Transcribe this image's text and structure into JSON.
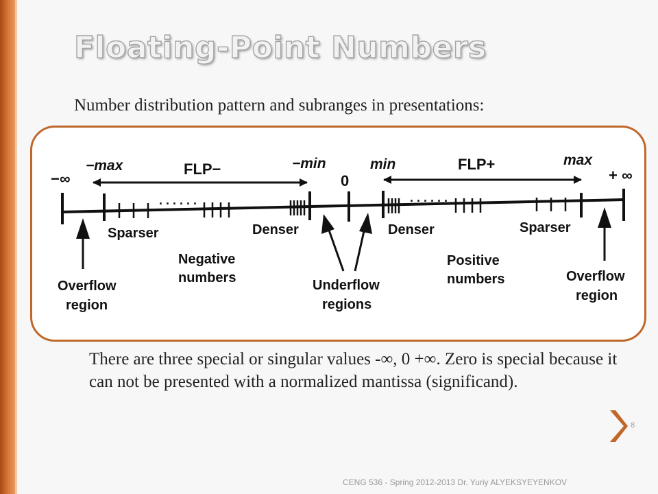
{
  "slide": {
    "title": "Floating-Point Numbers",
    "subtitle": "Number distribution pattern and subranges in presentations:",
    "body": "There are three special or singular values -∞, 0 +∞. Zero is special because it can not be presented with a normalized mantissa (significand).",
    "slide_number": "8",
    "footer": "CENG 536 - Spring 2012-2013   Dr. Yuriy ALYEKSYEYENKOV",
    "accent_color": "#c0672a",
    "next_icon": "chevron-right-icon"
  },
  "diagram": {
    "neg_infinity": "−∞",
    "neg_max": "−max",
    "flp_neg": "FLP−",
    "neg_min": "−min",
    "zero": "0",
    "pos_min": "min",
    "flp_pos": "FLP+",
    "pos_max": "max",
    "pos_infinity": "+ ∞",
    "sparser_left": "Sparser",
    "denser_left": "Denser",
    "denser_right": "Denser",
    "sparser_right": "Sparser",
    "negative_numbers": [
      "Negative",
      "numbers"
    ],
    "positive_numbers": [
      "Positive",
      "numbers"
    ],
    "overflow_left": [
      "Overflow",
      "region"
    ],
    "underflow": [
      "Underflow",
      "regions"
    ],
    "overflow_right": [
      "Overflow",
      "region"
    ],
    "dots": ". . .   . . ."
  }
}
